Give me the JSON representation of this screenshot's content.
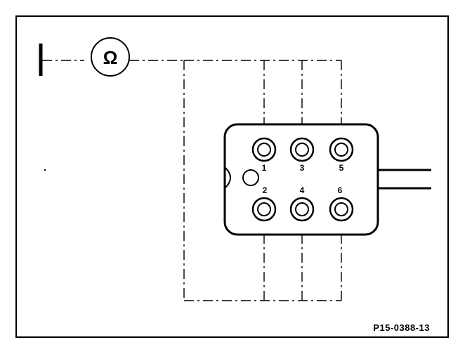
{
  "meter": {
    "symbol": "Ω",
    "icon": "ohmmeter-icon"
  },
  "connector": {
    "pins": [
      {
        "label": "1"
      },
      {
        "label": "3"
      },
      {
        "label": "5"
      },
      {
        "label": "2"
      },
      {
        "label": "4"
      },
      {
        "label": "6"
      }
    ]
  },
  "figure": {
    "reference": "P15-0388-13"
  },
  "colors": {
    "line": "#000000",
    "background": "#ffffff"
  }
}
